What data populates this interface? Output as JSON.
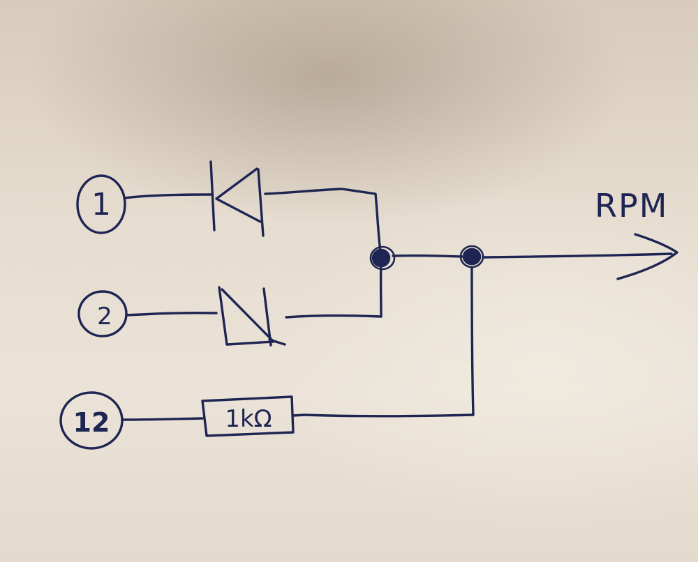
{
  "terminals": [
    {
      "id": "t1",
      "label": "1"
    },
    {
      "id": "t2",
      "label": "2"
    },
    {
      "id": "t12",
      "label": "12"
    }
  ],
  "resistor": {
    "label": "1kΩ"
  },
  "output": {
    "label": "RPM"
  },
  "colors": {
    "ink": "#1e2552",
    "paper": "#e4dccf"
  }
}
